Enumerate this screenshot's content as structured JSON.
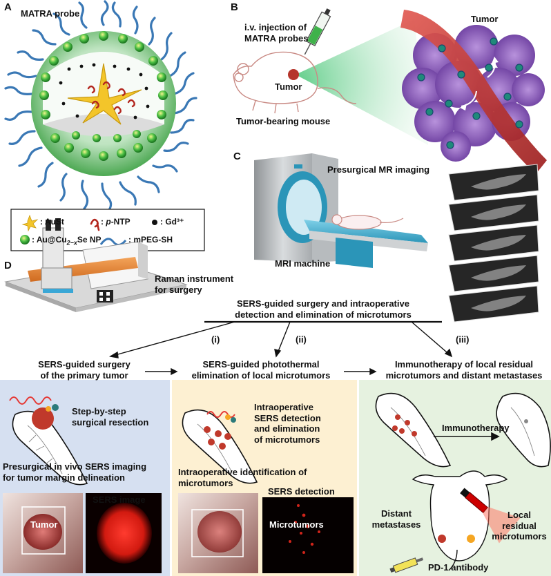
{
  "panels": {
    "a": "A",
    "b": "B",
    "c": "C",
    "d": "D"
  },
  "probe": {
    "title": "MATRA probe",
    "legend": {
      "austt": ": AuSt",
      "pntp_prefix": ": ",
      "pntp_italic": "p",
      "pntp_suffix": "-NTP",
      "gd": ": Gd³⁺",
      "au_prefix": ": Au@Cu",
      "au_sub": "2−x",
      "au_suffix": "Se NP",
      "mpeg": ": mPEG-SH"
    }
  },
  "panel_b": {
    "injection": "i.v. injection of\nMATRA probes",
    "tumor_on_mouse": "Tumor",
    "mouse_label": "Tumor-bearing mouse",
    "tumor_zoom": "Tumor"
  },
  "panel_c": {
    "presurgical": "Presurgical MR imaging",
    "machine": "MRI machine"
  },
  "panel_d": {
    "raman": "Raman instrument\nfor surgery",
    "heading": "SERS-guided surgery and intraoperative\ndetection and elimination of microtumors",
    "step_i": "(i)",
    "step_ii": "(ii)",
    "step_iii": "(iii)",
    "branch_1": "SERS-guided surgery\nof the primary tumor",
    "branch_2": "SERS-guided photothermal\nelimination of local microtumors",
    "branch_3": "Immunotherapy of local residual\nmicrotumors and distant metastases"
  },
  "box1": {
    "resection": "Step-by-step\nsurgical resection",
    "imaging": "Presurgical in vivo SERS imaging\nfor tumor margin delineation",
    "tumor": "Tumor",
    "sers_image": "SERS image"
  },
  "box2": {
    "detection": "Intraoperative\nSERS detection\nand elimination\nof microtumors",
    "identification": "Intraoperative identification of\nmicrotumors",
    "sers_detection": "SERS detection",
    "microtumors": "Microtumors"
  },
  "box3": {
    "immunotherapy": "Immunotherapy",
    "distant": "Distant\nmetastases",
    "local": "Local\nresidual\nmicrotumors",
    "antibody": "PD-1 antibody"
  },
  "colors": {
    "box1": "#d6e0f1",
    "box2": "#fdf0d2",
    "box3": "#e6f2e0",
    "peg": "#3a78b5",
    "nanoparticle": "#2eaa2e",
    "tumor_purple": "#8e5fbf",
    "vessel": "#c0302f"
  }
}
